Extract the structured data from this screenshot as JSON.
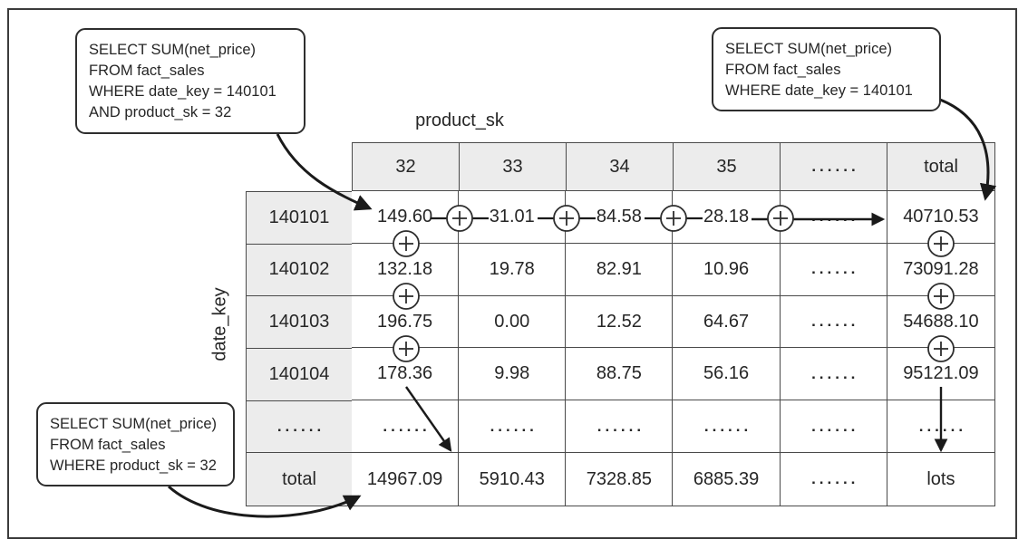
{
  "diagram": {
    "title_context": "fact_sales two-dimensional aggregate grid",
    "axis_labels": {
      "columns": "product_sk",
      "rows": "date_key"
    },
    "table": {
      "column_headers": [
        "32",
        "33",
        "34",
        "35",
        "......",
        "total"
      ],
      "row_headers": [
        "140101",
        "140102",
        "140103",
        "140104",
        "......",
        "total"
      ],
      "rows": [
        [
          "149.60",
          "31.01",
          "84.58",
          "28.18",
          "......",
          "40710.53"
        ],
        [
          "132.18",
          "19.78",
          "82.91",
          "10.96",
          "......",
          "73091.28"
        ],
        [
          "196.75",
          "0.00",
          "12.52",
          "64.67",
          "......",
          "54688.10"
        ],
        [
          "178.36",
          "9.98",
          "88.75",
          "56.16",
          "......",
          "95121.09"
        ],
        [
          "......",
          "......",
          "......",
          "......",
          "......",
          "......"
        ],
        [
          "14967.09",
          "5910.43",
          "7328.85",
          "6885.39",
          "......",
          "lots"
        ]
      ]
    },
    "callouts": {
      "top_left": {
        "lines": [
          "SELECT SUM(net_price)",
          "FROM fact_sales",
          "WHERE date_key = 140101",
          "AND product_sk = 32"
        ]
      },
      "top_right": {
        "lines": [
          "SELECT SUM(net_price)",
          "FROM fact_sales",
          "WHERE date_key = 140101"
        ]
      },
      "bottom_left": {
        "lines": [
          "SELECT SUM(net_price)",
          "FROM fact_sales",
          "WHERE product_sk = 32"
        ]
      }
    },
    "operators": {
      "plus": "+",
      "ellipsis": "......"
    },
    "colors": {
      "header_bg": "#ececec",
      "grid_border": "#4a4a4a",
      "frame_border": "#3c3c3c",
      "text": "#262626",
      "arrow": "#1a1a1a"
    }
  }
}
